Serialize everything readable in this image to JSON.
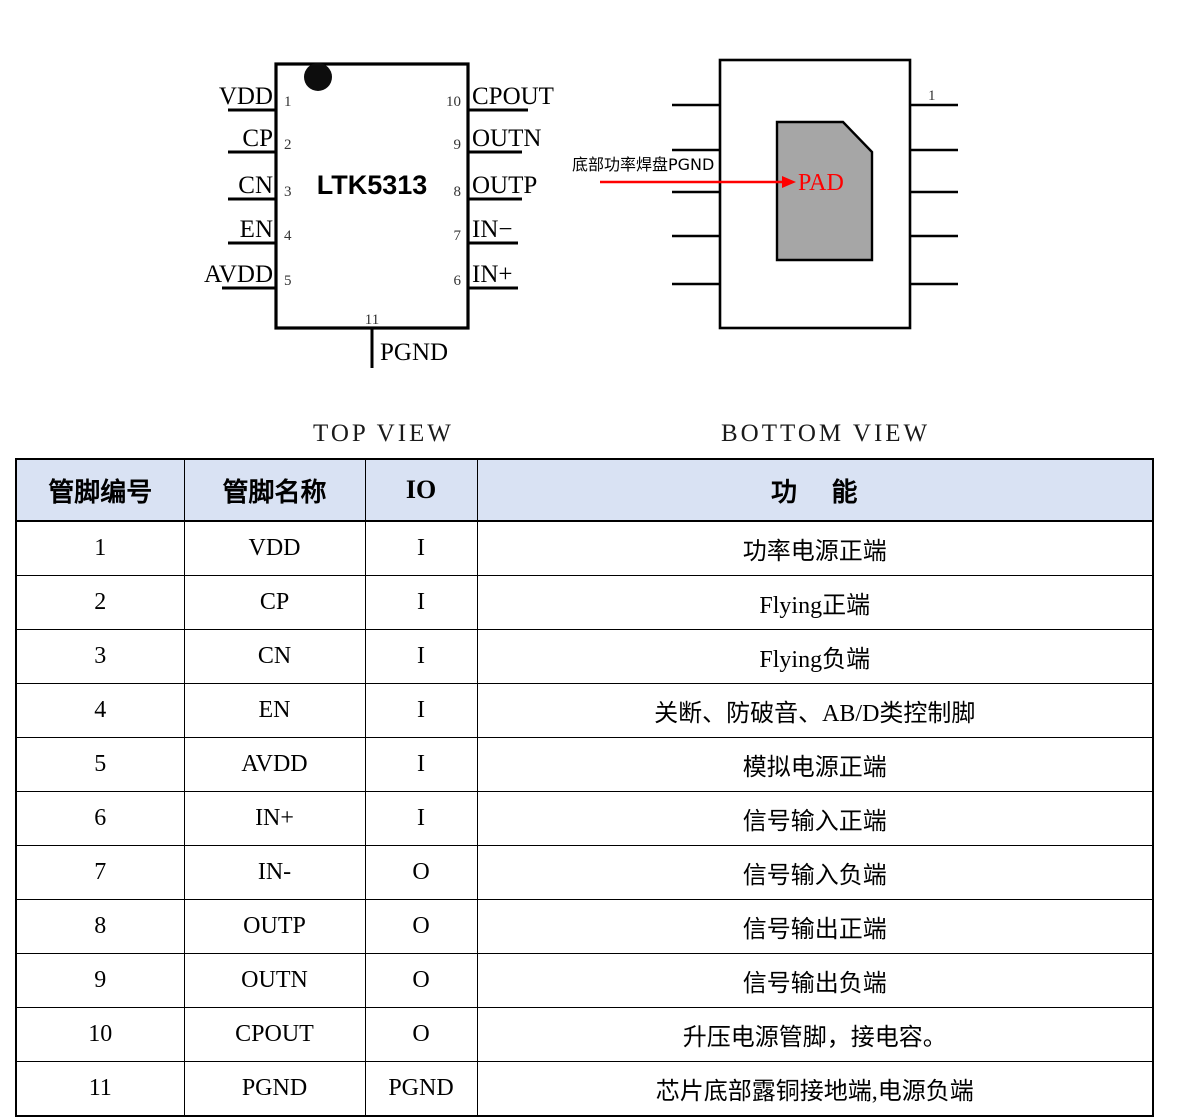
{
  "package_diagram": {
    "top_view": {
      "caption": "TOP  VIEW",
      "chip_label": "LTK5313",
      "dot_marker": "pin1-dot-marker",
      "left_pins": [
        {
          "number": "1",
          "name": "VDD"
        },
        {
          "number": "2",
          "name": "CP"
        },
        {
          "number": "3",
          "name": "CN"
        },
        {
          "number": "4",
          "name": "EN"
        },
        {
          "number": "5",
          "name": "AVDD"
        }
      ],
      "right_pins": [
        {
          "number": "10",
          "name": "CPOUT"
        },
        {
          "number": "9",
          "name": "OUTN"
        },
        {
          "number": "8",
          "name": "OUTP"
        },
        {
          "number": "7",
          "name": "IN−"
        },
        {
          "number": "6",
          "name": "IN+"
        }
      ],
      "bottom_pin": {
        "number": "11",
        "name": "PGND"
      }
    },
    "bottom_view": {
      "caption": "BOTTOM  VIEW",
      "pad_label": "PAD",
      "annotation": "底部功率焊盘PGND",
      "pin_one_label": "1",
      "pad_color": "#a6a6a6",
      "annotation_color": "#ff0000"
    }
  },
  "pin_table": {
    "headers": [
      "管脚编号",
      "管脚名称",
      "IO",
      "功    能"
    ],
    "rows": [
      {
        "num": "1",
        "name": "VDD",
        "io": "I",
        "func": "功率电源正端"
      },
      {
        "num": "2",
        "name": "CP",
        "io": "I",
        "func": "Flying正端"
      },
      {
        "num": "3",
        "name": "CN",
        "io": "I",
        "func": "Flying负端"
      },
      {
        "num": "4",
        "name": "EN",
        "io": "I",
        "func": "关断、防破音、AB/D类控制脚"
      },
      {
        "num": "5",
        "name": "AVDD",
        "io": "I",
        "func": "模拟电源正端"
      },
      {
        "num": "6",
        "name": "IN+",
        "io": "I",
        "func": "信号输入正端"
      },
      {
        "num": "7",
        "name": "IN-",
        "io": "O",
        "func": "信号输入负端"
      },
      {
        "num": "8",
        "name": "OUTP",
        "io": "O",
        "func": "信号输出正端"
      },
      {
        "num": "9",
        "name": "OUTN",
        "io": "O",
        "func": "信号输出负端"
      },
      {
        "num": "10",
        "name": "CPOUT",
        "io": "O",
        "func": "升压电源管脚，接电容。"
      },
      {
        "num": "11",
        "name": "PGND",
        "io": "PGND",
        "func": "芯片底部露铜接地端,电源负端"
      }
    ],
    "header_bg": "#d9e2f3"
  }
}
